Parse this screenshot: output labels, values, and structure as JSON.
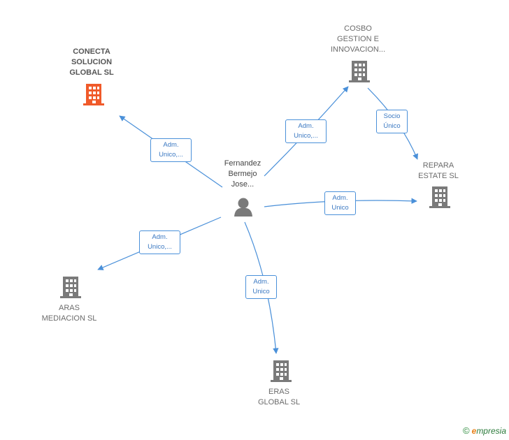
{
  "center": {
    "label": "Fernandez\nBermejo\nJose..."
  },
  "companies": {
    "conecta": {
      "label": "CONECTA\nSOLUCION\nGLOBAL  SL",
      "color": "#f05a2a"
    },
    "cosbo": {
      "label": "COSBO\nGESTION E\nINNOVACION...",
      "color": "#7a7a7a"
    },
    "repara": {
      "label": "REPARA\nESTATE  SL",
      "color": "#7a7a7a"
    },
    "aras": {
      "label": "ARAS\nMEDIACION SL",
      "color": "#7a7a7a"
    },
    "eras": {
      "label": "ERAS\nGLOBAL  SL",
      "color": "#7a7a7a"
    }
  },
  "edges": {
    "to_conecta": "Adm.\nUnico,...",
    "to_cosbo": "Adm.\nUnico,...",
    "to_repara": "Adm.\nUnico",
    "to_aras": "Adm.\nUnico,...",
    "to_eras": "Adm.\nUnico",
    "cosbo_to_repara": "Socio\nÚnico"
  },
  "colors": {
    "edge": "#4a90d9",
    "person": "#7a7a7a"
  },
  "footer": {
    "copyright": "©",
    "brand_first": "e",
    "brand_rest": "mpresia"
  }
}
